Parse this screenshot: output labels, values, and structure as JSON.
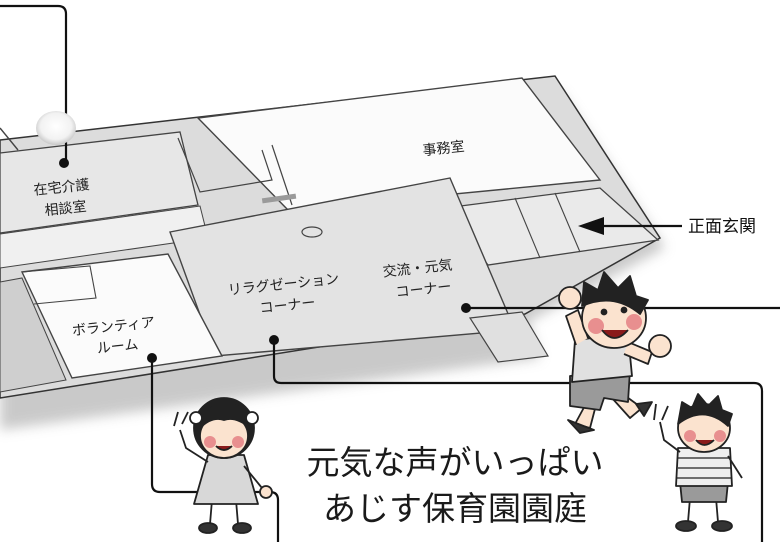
{
  "rooms": {
    "home_care": [
      "在宅介護",
      "相談室"
    ],
    "office": "事務室",
    "relaxation": [
      "リラグゼーション",
      "コーナー"
    ],
    "exchange": [
      "交流・元気",
      "コーナー"
    ],
    "volunteer": [
      "ボランティア",
      "ルーム"
    ]
  },
  "entrance_label": "正面玄関",
  "caption": {
    "line1": "元気な声がいっぱい",
    "line2": "あじす保育園園庭"
  },
  "colors": {
    "outline": "#111111",
    "wall": "#555555",
    "floor_light": "#fbfbfb",
    "floor_gray": "#e6e6e6",
    "floor_dark": "#d8d8d8",
    "shadow": "#bdbdbd",
    "skin": "#fbe3cf",
    "cheek": "#e88f8f",
    "hair": "#222222"
  },
  "icons": {
    "marker": "pin-dot-icon",
    "pointer": "arrow-left-icon"
  }
}
